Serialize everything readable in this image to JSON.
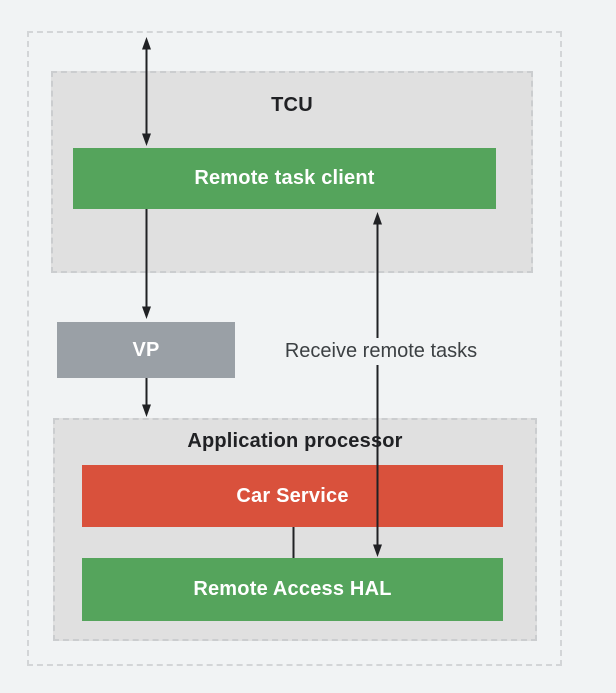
{
  "colors": {
    "background": "#F1F3F4",
    "group_fill": "#E0E0E0",
    "group_border": "#CBCDCF",
    "outer_boundary_border": "#D3D5D7",
    "green_block": "#55A45C",
    "red_block": "#D9513C",
    "gray_block": "#9AA0A6",
    "group_title_text": "#202124",
    "edge_label_text": "#3C4043",
    "block_text": "#FFFFFF",
    "arrow": "#202124"
  },
  "nodes": {
    "tcu_group": {
      "label": "TCU"
    },
    "remote_task_client": {
      "label": "Remote task client"
    },
    "vp": {
      "label": "VP"
    },
    "app_processor_group": {
      "label": "Application processor"
    },
    "car_service": {
      "label": "Car Service"
    },
    "remote_access_hal": {
      "label": "Remote Access HAL"
    }
  },
  "edges": {
    "receive_remote_tasks": {
      "label": "Receive remote tasks"
    }
  }
}
